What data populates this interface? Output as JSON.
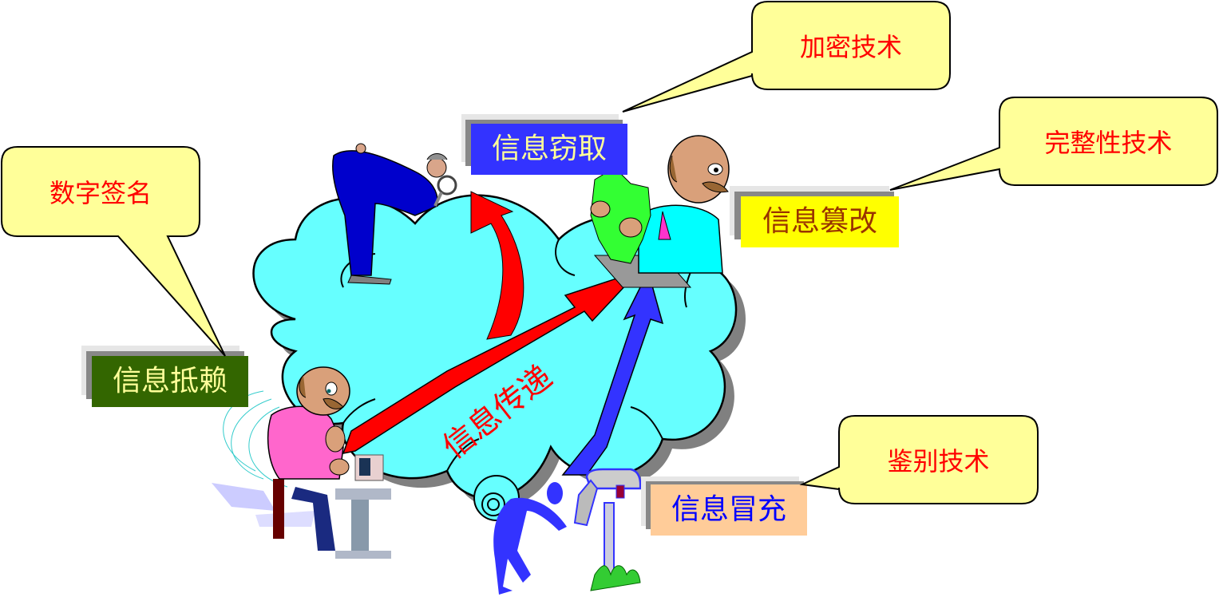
{
  "diagram": {
    "colors": {
      "cloud_fill": "#66ffff",
      "cloud_shadow": "#808080",
      "callout_fill": "#ffff99",
      "callout_text": "#ff0000",
      "red_arrow": "#ff0000",
      "blue_arrow": "#3333ff",
      "label_shadow_dark": "#888888",
      "label_shadow_light": "#e6e6e6"
    },
    "center_label": {
      "text": "信息传递",
      "color": "#ff0000"
    },
    "labels": [
      {
        "id": "interception",
        "text": "信息窃取",
        "bg": "#3333ff",
        "fg": "#ffff99"
      },
      {
        "id": "tampering",
        "text": "信息篡改",
        "bg": "#ffff00",
        "fg": "#993300"
      },
      {
        "id": "repudiation",
        "text": "信息抵赖",
        "bg": "#336600",
        "fg": "#ffff99"
      },
      {
        "id": "impersonation",
        "text": "信息冒充",
        "bg": "#ffcc99",
        "fg": "#0000ff"
      }
    ],
    "callouts": [
      {
        "id": "encryption",
        "text": "加密技术",
        "points_to": "信息窃取"
      },
      {
        "id": "integrity",
        "text": "完整性技术",
        "points_to": "信息篡改"
      },
      {
        "id": "signature",
        "text": "数字签名",
        "points_to": "信息抵赖"
      },
      {
        "id": "authentication",
        "text": "鉴别技术",
        "points_to": "信息冒充"
      }
    ],
    "figures": [
      {
        "id": "sender",
        "description": "man in pink shirt at computer"
      },
      {
        "id": "eavesdropper",
        "description": "man in blue suit with magnifying glass"
      },
      {
        "id": "receiver",
        "description": "man in cyan shirt holding crumpled green paper at keyboard"
      },
      {
        "id": "impersonator",
        "description": "blue stick figure at mailbox"
      }
    ]
  }
}
